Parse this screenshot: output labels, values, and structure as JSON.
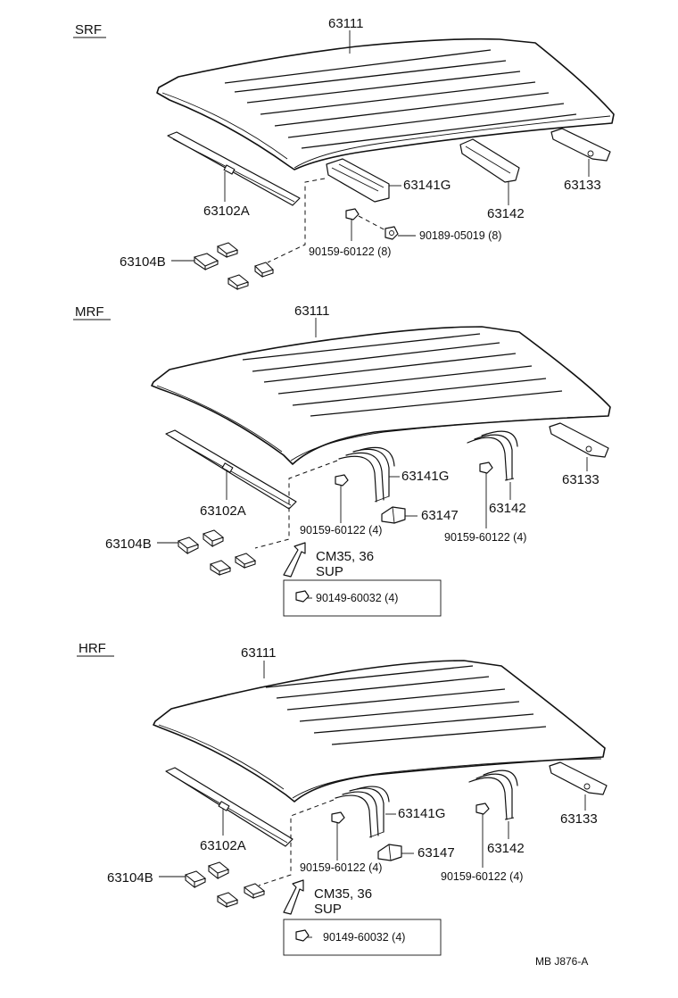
{
  "sections": {
    "srf": {
      "title": "SRF",
      "labels": {
        "roof": "63111",
        "rail": "63102A",
        "block": "63104B",
        "rail_front": "63141G",
        "rail_rear": "63142",
        "end": "63133",
        "bolt_left": "90159-60122 (8)",
        "bolt_right": "90189-05019 (8)"
      }
    },
    "mrf": {
      "title": "MRF",
      "labels": {
        "roof": "63111",
        "rail": "63102A",
        "block": "63104B",
        "rail_front": "63141G",
        "rail_rear": "63142",
        "end": "63133",
        "bracket": "63147",
        "bolt_left": "90159-60122 (4)",
        "bolt_right": "90159-60122 (4)",
        "note_line1": "CM35, 36",
        "note_line2": "SUP",
        "box_part": "90149-60032 (4)"
      }
    },
    "hrf": {
      "title": "HRF",
      "labels": {
        "roof": "63111",
        "rail": "63102A",
        "block": "63104B",
        "rail_front": "63141G",
        "rail_rear": "63142",
        "end": "63133",
        "bracket": "63147",
        "bolt_left": "90159-60122 (4)",
        "bolt_right": "90159-60122 (4)",
        "note_line1": "CM35, 36",
        "note_line2": "SUP",
        "box_part": "90149-60032 (4)"
      }
    }
  },
  "footer": {
    "code": "MB  J876-A"
  }
}
